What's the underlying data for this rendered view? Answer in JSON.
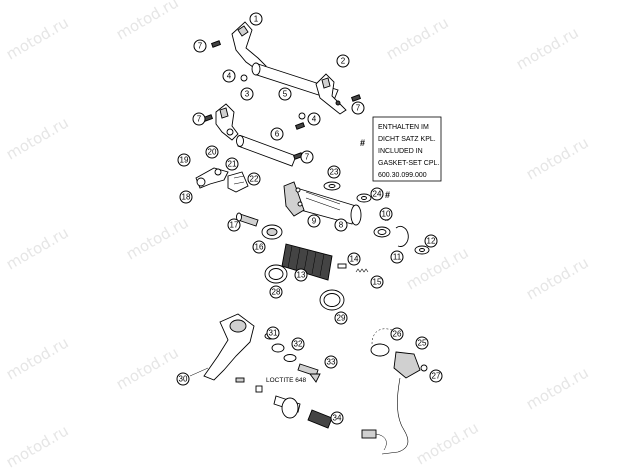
{
  "watermark": "motod.ru",
  "note": {
    "hash_symbol": "#",
    "lines": [
      "ENTHALTEN IM",
      "DICHT SATZ KPL.",
      "INCLUDED IN",
      "GASKET-SET CPL.",
      "600.30.099.000"
    ]
  },
  "loctite_label": "LOCTITE 648",
  "callouts": [
    "1",
    "2",
    "3",
    "4",
    "4",
    "5",
    "6",
    "7",
    "7",
    "7",
    "7",
    "7",
    "8",
    "9",
    "10",
    "11",
    "12",
    "13",
    "14",
    "15",
    "16",
    "17",
    "18",
    "19",
    "20",
    "21",
    "22",
    "23",
    "24",
    "25",
    "26",
    "27",
    "28",
    "29",
    "30",
    "31",
    "32",
    "33",
    "34"
  ],
  "hash_marks": [
    "#",
    "#"
  ]
}
